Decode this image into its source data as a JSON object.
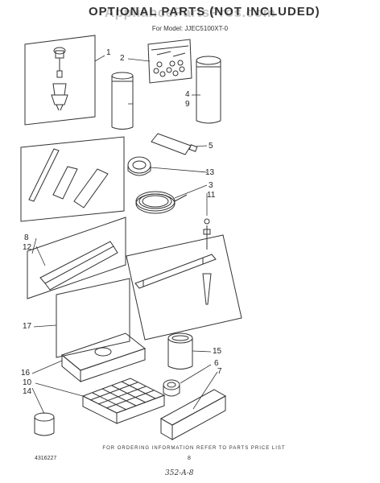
{
  "title": "OPTIONAL PARTS (NOT INCLUDED)",
  "watermark": "AppliancePartsPros.com",
  "model": "For Model: JJEC5100XT-0",
  "footer": "FOR ORDERING INFORMATION REFER TO PARTS PRICE LIST",
  "part_number": "4316227",
  "page_number": "8",
  "handwritten_note": "352-A-8",
  "callouts": {
    "c1": "1",
    "c2": "2",
    "c4": "4",
    "c9": "9",
    "c5": "5",
    "c13": "13",
    "c3": "3",
    "c11": "11",
    "c8": "8",
    "c12": "12",
    "c17": "17",
    "c15": "15",
    "c6": "6",
    "c7": "7",
    "c16": "16",
    "c10": "10",
    "c14": "14"
  }
}
